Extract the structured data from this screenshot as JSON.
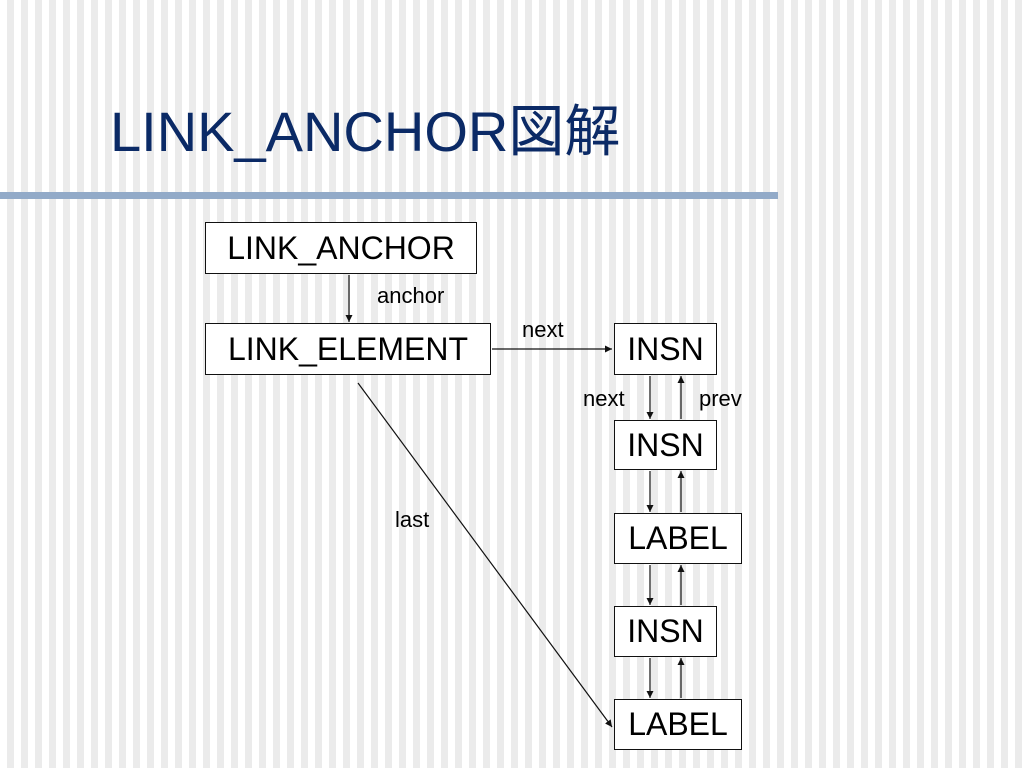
{
  "slide": {
    "title": "LINK_ANCHOR図解"
  },
  "diagram": {
    "nodes": {
      "anchor": "LINK_ANCHOR",
      "element": "LINK_ELEMENT",
      "insn_1": "INSN",
      "insn_2": "INSN",
      "label_1": "LABEL",
      "insn_3": "INSN",
      "label_2": "LABEL"
    },
    "edge_labels": {
      "anchor": "anchor",
      "next_top": "next",
      "next_chain": "next",
      "prev_chain": "prev",
      "last": "last"
    },
    "colors": {
      "title": "#0b2a66",
      "rule": "#92aac8",
      "stroke": "#111111"
    }
  }
}
